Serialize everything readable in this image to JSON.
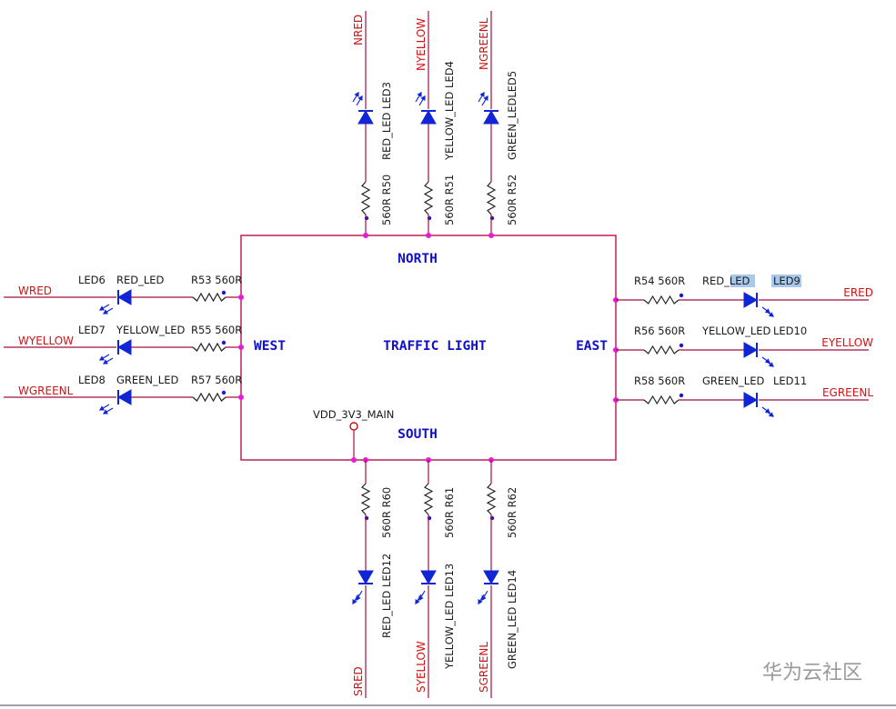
{
  "diagram": {
    "title": "TRAFFIC LIGHT",
    "sides": {
      "north": "NORTH",
      "south": "SOUTH",
      "west": "WEST",
      "east": "EAST"
    },
    "power": "VDD_3V3_MAIN",
    "watermark": "华为云社区",
    "north": [
      {
        "net": "NRED",
        "res_text": "560R R50",
        "led_text": "RED_LED  LED3",
        "color": "red"
      },
      {
        "net": "NYELLOW",
        "res_text": "560R R51",
        "led_text": "YELLOW_LED LED4",
        "color": "yellow"
      },
      {
        "net": "NGREENL",
        "res_text": "560R R52",
        "led_text": "GREEN_LEDLED5",
        "color": "green"
      }
    ],
    "south": [
      {
        "net": "SRED",
        "res_text": "560R R60",
        "led_text": "RED_LED LED12",
        "color": "red"
      },
      {
        "net": "SYELLOW",
        "res_text": "560R R61",
        "led_text": "YELLOW_LED  LED13",
        "color": "yellow"
      },
      {
        "net": "SGREENL",
        "res_text": "560R R62",
        "led_text": "GREEN_LED  LED14",
        "color": "green"
      }
    ],
    "west": [
      {
        "net": "WRED",
        "led_ref": "LED6",
        "led_val": "RED_LED",
        "res_text": "R53 560R",
        "color": "red"
      },
      {
        "net": "WYELLOW",
        "led_ref": "LED7",
        "led_val": "YELLOW_LED",
        "res_text": "R55 560R",
        "color": "yellow"
      },
      {
        "net": "WGREENL",
        "led_ref": "LED8",
        "led_val": "GREEN_LED",
        "res_text": "R57 560R",
        "color": "green"
      }
    ],
    "east": [
      {
        "net": "ERED",
        "led_ref": "LED9",
        "led_val": "RED_LED",
        "res_text": "R54 560R",
        "color": "red"
      },
      {
        "net": "EYELLOW",
        "led_ref": "LED10",
        "led_val": "YELLOW_LED",
        "res_text": "R56 560R",
        "color": "yellow"
      },
      {
        "net": "EGREENL",
        "led_ref": "LED11",
        "led_val": "GREEN_LED",
        "res_text": "R58 560R",
        "color": "green"
      }
    ]
  }
}
